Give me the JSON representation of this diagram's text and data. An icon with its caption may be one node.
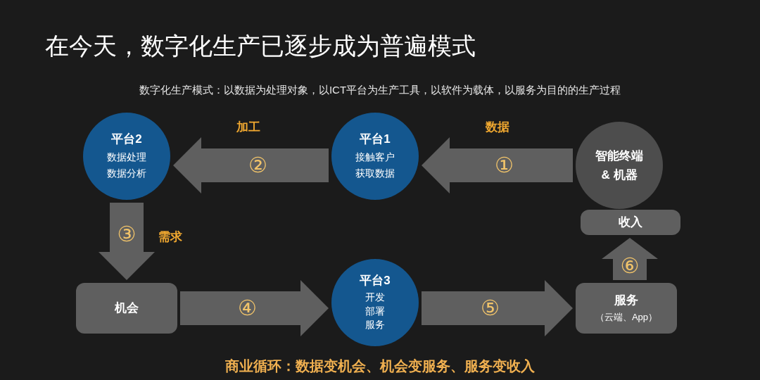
{
  "diagram": {
    "title": "在今天，数字化生产已逐步成为普遍模式",
    "caption": "商业循环：数据变机会、机会变服务、服务变收入",
    "nodes": [
      {
        "text": [
          "智能终端 & 机器"
        ]
      },
      {
        "text": [
          "平台1",
          "接触客户获取数据"
        ]
      },
      {
        "text": [
          "平台2",
          "数据处理数据分析"
        ]
      },
      {
        "text": [
          "机会"
        ]
      },
      {
        "text": [
          "平台3",
          "开发部署服务"
        ]
      },
      {
        "text": [
          "服务",
          "（云端、App）"
        ]
      },
      {
        "text": [
          "收入"
        ]
      }
    ],
    "edges": [
      {
        "from": 0,
        "to": 1,
        "arrow": "to",
        "label": "①"
      },
      {
        "from": 1,
        "to": 2,
        "arrow": "to",
        "label": "②"
      },
      {
        "from": 2,
        "to": 3,
        "arrow": "to",
        "label": "③"
      },
      {
        "from": 3,
        "to": 4,
        "arrow": "to",
        "label": "④"
      },
      {
        "from": 4,
        "to": 5,
        "arrow": "to",
        "label": "⑤"
      },
      {
        "from": 5,
        "to": 6,
        "arrow": "to",
        "label": "⑥"
      }
    ],
    "labels": [
      "数字化生产模式：以数据为处理对象，以ICT平台为生产工具，以软件为载体，以服务为目的的生产过程",
      "加工",
      "数据",
      "需求"
    ]
  }
}
